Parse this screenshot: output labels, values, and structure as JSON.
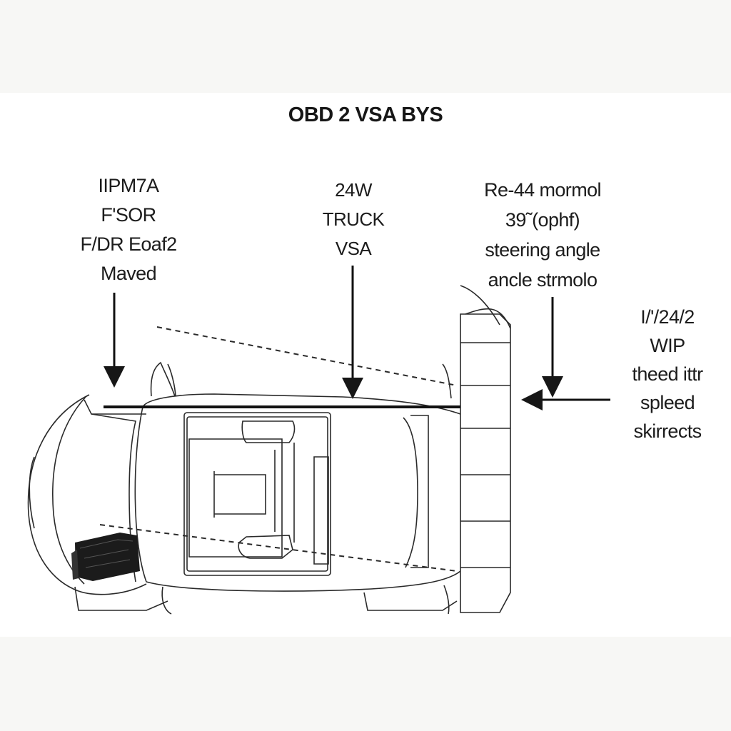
{
  "title": "OBD 2 VSA BYS",
  "labels": {
    "left": [
      "IIPM7A",
      "F'SOR",
      "F/DR Eoaf2",
      "Maved"
    ],
    "middle": [
      "24W",
      "TRUCK",
      "VSA"
    ],
    "right": [
      "Re-44 mormol",
      "39˜(ophf)",
      "steering angle",
      "ancle strmolo"
    ],
    "far_right": [
      "I/'/24/2",
      "WIP",
      "theed ittr",
      "spleed",
      "skirrects"
    ]
  },
  "colors": {
    "ink": "#161616",
    "band": "#f7f7f5",
    "paper": "#ffffff"
  }
}
